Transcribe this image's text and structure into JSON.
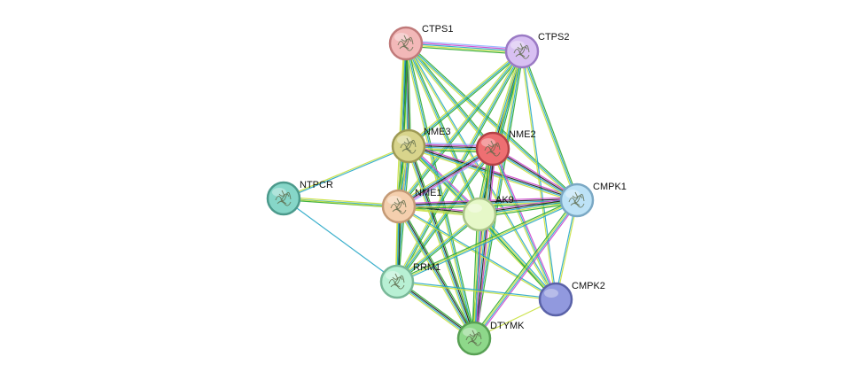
{
  "network": {
    "nodes": [
      {
        "id": "CTPS1",
        "label": "CTPS1",
        "color": "#f2b8b8",
        "stroke": "#c07a7a",
        "structure": true
      },
      {
        "id": "CTPS2",
        "label": "CTPS2",
        "color": "#d8c0f2",
        "stroke": "#9a7ac4",
        "structure": true
      },
      {
        "id": "NME3",
        "label": "NME3",
        "color": "#d8d48c",
        "stroke": "#9e9a55",
        "structure": true
      },
      {
        "id": "NME2",
        "label": "NME2",
        "color": "#ee6f72",
        "stroke": "#b34246",
        "structure": true
      },
      {
        "id": "NTPCR",
        "label": "NTPCR",
        "color": "#86d6c8",
        "stroke": "#4c9a8c",
        "structure": true
      },
      {
        "id": "NME1",
        "label": "NME1",
        "color": "#f4cfae",
        "stroke": "#c49a76",
        "structure": true
      },
      {
        "id": "AK9",
        "label": "AK9",
        "color": "#e6f8c8",
        "stroke": "#a8c486",
        "structure": false
      },
      {
        "id": "CMPK1",
        "label": "CMPK1",
        "color": "#bde2f6",
        "stroke": "#7aa8c4",
        "structure": true
      },
      {
        "id": "RRM1",
        "label": "RRM1",
        "color": "#b8f0d4",
        "stroke": "#78b898",
        "structure": true
      },
      {
        "id": "CMPK2",
        "label": "CMPK2",
        "color": "#9199de",
        "stroke": "#5a62a8",
        "structure": false
      },
      {
        "id": "DTYMK",
        "label": "DTYMK",
        "color": "#8ed88a",
        "stroke": "#58a054",
        "structure": true
      }
    ],
    "edge_colors": {
      "textmining": "#c8e03c",
      "coexpression": "#1a1a1a",
      "database": "#27a7c7",
      "experiments": "#cc44cc",
      "neighborhood": "#2ea82e",
      "homology": "#8fb0ff"
    },
    "edges": [
      {
        "a": "CTPS1",
        "b": "CTPS2",
        "types": [
          "homology",
          "experiments",
          "database",
          "textmining",
          "neighborhood"
        ]
      },
      {
        "a": "CTPS1",
        "b": "NME3",
        "types": [
          "neighborhood",
          "coexpression",
          "database",
          "textmining"
        ]
      },
      {
        "a": "CTPS1",
        "b": "NME2",
        "types": [
          "neighborhood",
          "database",
          "textmining"
        ]
      },
      {
        "a": "CTPS1",
        "b": "NME1",
        "types": [
          "neighborhood",
          "coexpression",
          "database",
          "textmining"
        ]
      },
      {
        "a": "CTPS1",
        "b": "AK9",
        "types": [
          "neighborhood",
          "database",
          "textmining"
        ]
      },
      {
        "a": "CTPS1",
        "b": "CMPK1",
        "types": [
          "neighborhood",
          "database",
          "textmining"
        ]
      },
      {
        "a": "CTPS1",
        "b": "RRM1",
        "types": [
          "neighborhood",
          "database",
          "textmining"
        ]
      },
      {
        "a": "CTPS1",
        "b": "DTYMK",
        "types": [
          "neighborhood",
          "database",
          "textmining"
        ]
      },
      {
        "a": "CTPS1",
        "b": "CMPK2",
        "types": [
          "database",
          "textmining"
        ]
      },
      {
        "a": "CTPS2",
        "b": "NME3",
        "types": [
          "neighborhood",
          "database",
          "textmining"
        ]
      },
      {
        "a": "CTPS2",
        "b": "NME2",
        "types": [
          "neighborhood",
          "coexpression",
          "database",
          "textmining"
        ]
      },
      {
        "a": "CTPS2",
        "b": "NME1",
        "types": [
          "neighborhood",
          "database",
          "textmining"
        ]
      },
      {
        "a": "CTPS2",
        "b": "AK9",
        "types": [
          "neighborhood",
          "database",
          "textmining"
        ]
      },
      {
        "a": "CTPS2",
        "b": "CMPK1",
        "types": [
          "neighborhood",
          "database",
          "textmining"
        ]
      },
      {
        "a": "CTPS2",
        "b": "RRM1",
        "types": [
          "neighborhood",
          "database",
          "textmining"
        ]
      },
      {
        "a": "CTPS2",
        "b": "DTYMK",
        "types": [
          "neighborhood",
          "database",
          "textmining"
        ]
      },
      {
        "a": "CTPS2",
        "b": "CMPK2",
        "types": [
          "database",
          "textmining"
        ]
      },
      {
        "a": "NME3",
        "b": "NME2",
        "types": [
          "homology",
          "experiments",
          "coexpression",
          "database",
          "textmining",
          "neighborhood"
        ]
      },
      {
        "a": "NME3",
        "b": "NME1",
        "types": [
          "homology",
          "experiments",
          "database",
          "textmining",
          "neighborhood"
        ]
      },
      {
        "a": "NME3",
        "b": "AK9",
        "types": [
          "experiments",
          "database",
          "textmining",
          "neighborhood"
        ]
      },
      {
        "a": "NME3",
        "b": "CMPK1",
        "types": [
          "experiments",
          "coexpression",
          "database",
          "textmining"
        ]
      },
      {
        "a": "NME3",
        "b": "RRM1",
        "types": [
          "neighborhood",
          "database",
          "textmining"
        ]
      },
      {
        "a": "NME3",
        "b": "DTYMK",
        "types": [
          "neighborhood",
          "coexpression",
          "database",
          "textmining"
        ]
      },
      {
        "a": "NME3",
        "b": "CMPK2",
        "types": [
          "database",
          "textmining"
        ]
      },
      {
        "a": "NME3",
        "b": "NTPCR",
        "types": [
          "database",
          "textmining"
        ]
      },
      {
        "a": "NME2",
        "b": "NME1",
        "types": [
          "homology",
          "experiments",
          "coexpression",
          "database",
          "textmining"
        ]
      },
      {
        "a": "NME2",
        "b": "AK9",
        "types": [
          "experiments",
          "coexpression",
          "database",
          "textmining",
          "neighborhood"
        ]
      },
      {
        "a": "NME2",
        "b": "CMPK1",
        "types": [
          "experiments",
          "coexpression",
          "database",
          "textmining"
        ]
      },
      {
        "a": "NME2",
        "b": "RRM1",
        "types": [
          "neighborhood",
          "database",
          "textmining"
        ]
      },
      {
        "a": "NME2",
        "b": "DTYMK",
        "types": [
          "experiments",
          "coexpression",
          "database",
          "textmining",
          "neighborhood"
        ]
      },
      {
        "a": "NME2",
        "b": "CMPK2",
        "types": [
          "experiments",
          "database",
          "textmining"
        ]
      },
      {
        "a": "NME1",
        "b": "AK9",
        "types": [
          "experiments",
          "coexpression",
          "database",
          "textmining"
        ]
      },
      {
        "a": "NME1",
        "b": "CMPK1",
        "types": [
          "experiments",
          "coexpression",
          "database",
          "textmining",
          "neighborhood"
        ]
      },
      {
        "a": "NME1",
        "b": "RRM1",
        "types": [
          "coexpression",
          "database",
          "textmining"
        ]
      },
      {
        "a": "NME1",
        "b": "DTYMK",
        "types": [
          "neighborhood",
          "coexpression",
          "database",
          "textmining"
        ]
      },
      {
        "a": "NME1",
        "b": "CMPK2",
        "types": [
          "database",
          "textmining"
        ]
      },
      {
        "a": "NME1",
        "b": "NTPCR",
        "types": [
          "neighborhood",
          "database",
          "textmining"
        ]
      },
      {
        "a": "NTPCR",
        "b": "RRM1",
        "types": [
          "database"
        ]
      },
      {
        "a": "NTPCR",
        "b": "AK9",
        "types": [
          "textmining"
        ]
      },
      {
        "a": "AK9",
        "b": "CMPK1",
        "types": [
          "experiments",
          "coexpression",
          "database",
          "textmining",
          "neighborhood"
        ]
      },
      {
        "a": "AK9",
        "b": "RRM1",
        "types": [
          "neighborhood",
          "database",
          "textmining"
        ]
      },
      {
        "a": "AK9",
        "b": "DTYMK",
        "types": [
          "experiments",
          "database",
          "textmining",
          "neighborhood"
        ]
      },
      {
        "a": "AK9",
        "b": "CMPK2",
        "types": [
          "database",
          "textmining",
          "neighborhood"
        ]
      },
      {
        "a": "CMPK1",
        "b": "RRM1",
        "types": [
          "database",
          "textmining",
          "neighborhood"
        ]
      },
      {
        "a": "CMPK1",
        "b": "DTYMK",
        "types": [
          "experiments",
          "database",
          "textmining",
          "neighborhood"
        ]
      },
      {
        "a": "CMPK1",
        "b": "CMPK2",
        "types": [
          "textmining",
          "database"
        ]
      },
      {
        "a": "RRM1",
        "b": "DTYMK",
        "types": [
          "neighborhood",
          "coexpression",
          "database",
          "textmining"
        ]
      },
      {
        "a": "RRM1",
        "b": "CMPK2",
        "types": [
          "database",
          "textmining"
        ]
      },
      {
        "a": "DTYMK",
        "b": "CMPK2",
        "types": [
          "textmining"
        ]
      }
    ]
  }
}
